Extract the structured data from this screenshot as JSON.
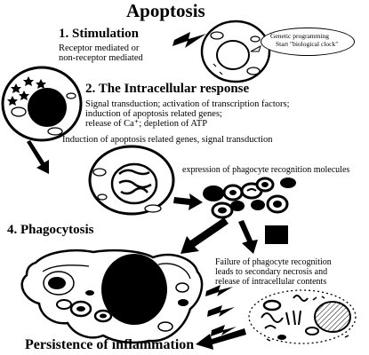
{
  "title": "Apoptosis",
  "step1": {
    "heading": "1. Stimulation",
    "line1": "Receptor mediated or",
    "line2": "non-receptor mediated"
  },
  "bubble": {
    "line1": "Genetic programming",
    "line2": "Start \"biological clock\""
  },
  "step2": {
    "heading": "2. The Intracellular response",
    "line1": "Signal transduction; activation of transcription factors;",
    "line2": "induction of apoptosis related genes;",
    "line3": "release of Ca⁺; depletion of ATP"
  },
  "induction_text": "Induction of apoptosis related genes, signal transduction",
  "expression_text": "expression of phagocyte  recognition molecules",
  "step4": {
    "heading": "4. Phagocytosis"
  },
  "failure": {
    "line1": "Failure of phagocyte recognition",
    "line2": "leads to secondary necrosis and",
    "line3": "release of intracellular contents"
  },
  "persistence": "Persistence of inflammation",
  "colors": {
    "ink": "#000000",
    "paper": "#ffffff",
    "shade": "#7a7a7a"
  }
}
